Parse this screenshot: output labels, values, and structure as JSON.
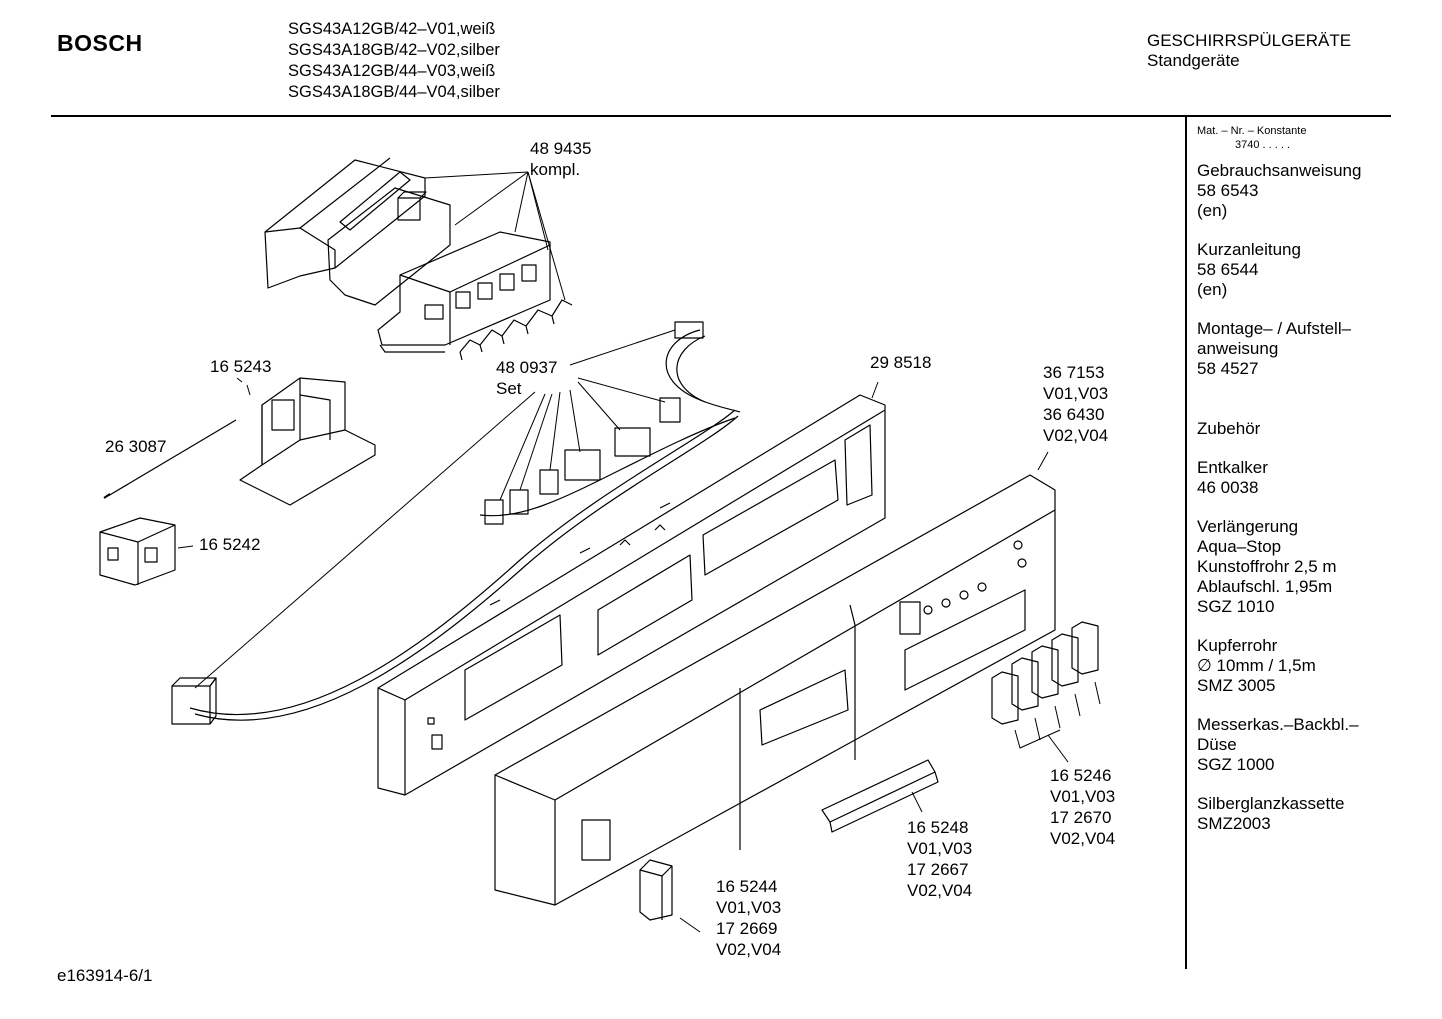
{
  "header": {
    "brand": "BOSCH",
    "models": [
      "SGS43A12GB/42–V01,weiß",
      "SGS43A18GB/42–V02,silber",
      "SGS43A12GB/44–V03,weiß",
      "SGS43A18GB/44–V04,silber"
    ],
    "category": "GESCHIRRSPÜLGERÄTE",
    "subcategory": "Standgeräte"
  },
  "sidebar": {
    "mat_title": "Mat. – Nr. – Konstante",
    "mat_number": "3740 . .  . . .",
    "sections": [
      {
        "lines": [
          "Gebrauchsanweisung",
          "58 6543",
          "(en)"
        ]
      },
      {
        "lines": [
          "Kurzanleitung",
          "58 6544",
          "(en)"
        ]
      },
      {
        "lines": [
          "Montage– / Aufstell–",
          "anweisung",
          "58 4527"
        ]
      },
      {
        "lines": [
          "Zubehör"
        ]
      },
      {
        "lines": [
          "Entkalker",
          "46 0038"
        ]
      },
      {
        "lines": [
          "Verlängerung",
          "Aqua–Stop",
          "Kunstoffrohr 2,5 m",
          "Ablaufschl. 1,95m",
          "SGZ 1010"
        ]
      },
      {
        "lines": [
          "Kupferrohr",
          "∅ 10mm / 1,5m",
          "SMZ 3005"
        ]
      },
      {
        "lines": [
          "Messerkas.–Backbl.–",
          "Düse",
          "SGZ 1000"
        ]
      },
      {
        "lines": [
          "Silberglanzkassette",
          "SMZ2003"
        ]
      }
    ]
  },
  "labels": {
    "p489435": [
      "48 9435",
      "kompl."
    ],
    "p165243": [
      "16 5243"
    ],
    "p263087": [
      "26 3087"
    ],
    "p165242": [
      "16 5242"
    ],
    "p480937": [
      "48 0937",
      "Set"
    ],
    "p298518": [
      "29 8518"
    ],
    "p367153": [
      "36 7153",
      "V01,V03",
      "36 6430",
      "V02,V04"
    ],
    "p165246": [
      "16 5246",
      "V01,V03",
      "17 2670",
      "V02,V04"
    ],
    "p165248": [
      "16 5248",
      "V01,V03",
      "17 2667",
      "V02,V04"
    ],
    "p165244": [
      "16 5244",
      "V01,V03",
      "17 2669",
      "V02,V04"
    ]
  },
  "footer": {
    "code": "e163914-6/1"
  }
}
